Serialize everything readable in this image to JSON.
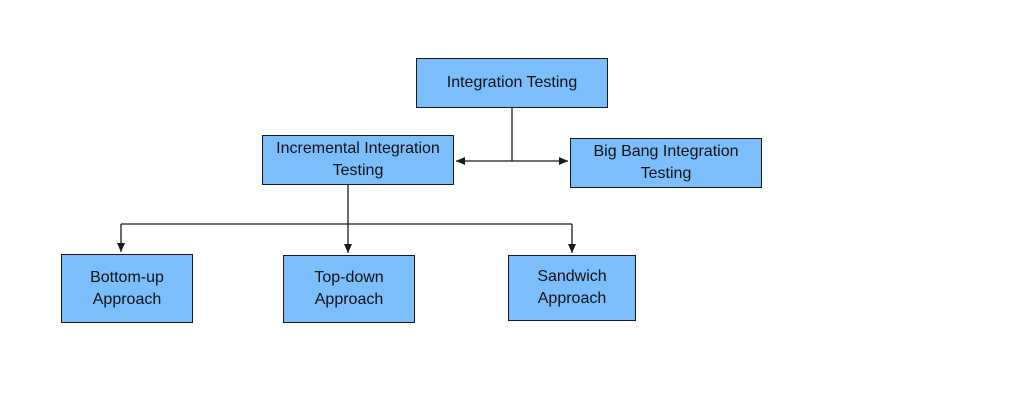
{
  "colors": {
    "node_fill": "#7bbefb",
    "node_border": "#1a1a1a",
    "connector": "#1a1a1a"
  },
  "nodes": {
    "root": "Integration Testing",
    "incremental": "Incremental Integration Testing",
    "big_bang": "Big Bang Integration Testing",
    "bottom_up": "Bottom-up Approach",
    "top_down": "Top-down Approach",
    "sandwich": "Sandwich Approach"
  },
  "edges": [
    {
      "from": "root",
      "to": "incremental"
    },
    {
      "from": "root",
      "to": "big_bang"
    },
    {
      "from": "incremental",
      "to": "bottom_up"
    },
    {
      "from": "incremental",
      "to": "top_down"
    },
    {
      "from": "incremental",
      "to": "sandwich"
    }
  ]
}
